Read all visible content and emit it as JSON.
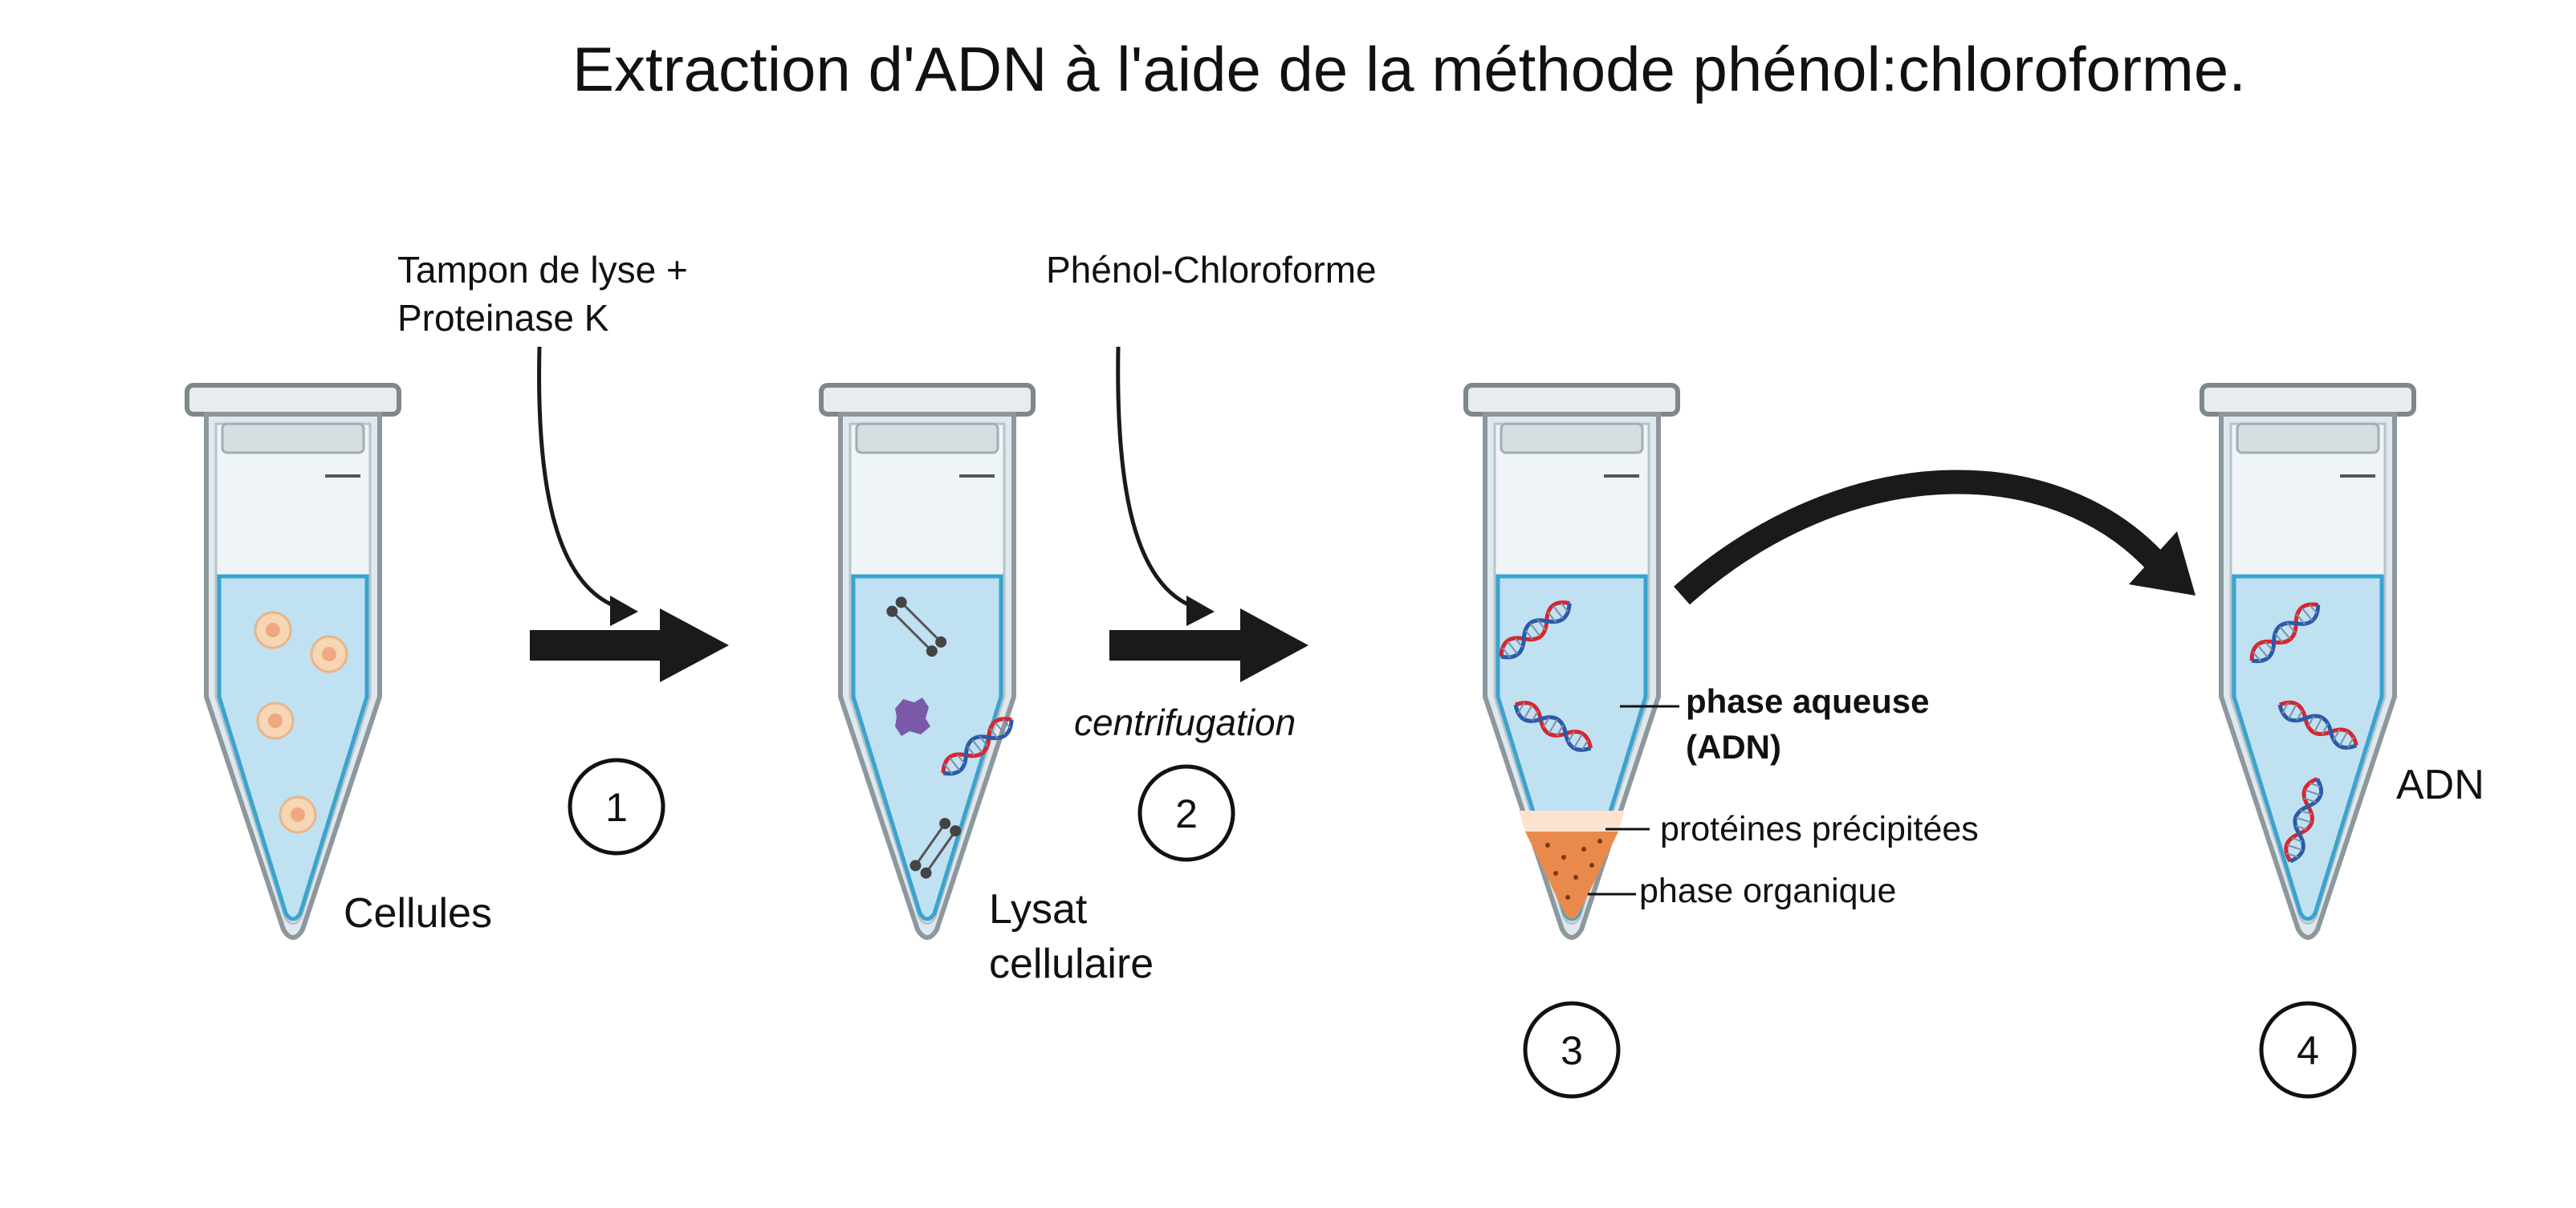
{
  "title": "Extraction d'ADN  à l'aide de la méthode phénol:chloroforme.",
  "steps": [
    {
      "number": "1",
      "reagent_line1": "Tampon de lyse +",
      "reagent_line2": "Proteinase K"
    },
    {
      "number": "2",
      "reagent_line1": "Phénol-Chloroforme",
      "note": "centrifugation"
    },
    {
      "number": "3"
    },
    {
      "number": "4"
    }
  ],
  "tubes": [
    {
      "label_line1": "Cellules",
      "label_line2": ""
    },
    {
      "label_line1": "Lysat",
      "label_line2": "cellulaire"
    },
    {
      "label_aqueous_line1": "phase aqueuse",
      "label_aqueous_line2": "(ADN)",
      "label_proteins": "protéines précipitées",
      "label_organic": "phase organique"
    },
    {
      "label_line1": "ADN"
    }
  ],
  "colors": {
    "liquid": "#bfe1f2",
    "liquid_border": "#3aa3cf",
    "protein_layer": "#fde3cf",
    "organic_layer": "#e98a4c",
    "dna_red": "#d8252f",
    "dna_blue": "#2c5aa8",
    "debris_purple": "#7a5aa8",
    "arrow": "#1a1a1a"
  },
  "icons": [
    "microtube-icon",
    "cell-icon",
    "dna-helix-icon",
    "lipid-membrane-fragment-icon",
    "protein-debris-icon",
    "process-arrow-icon",
    "curved-transfer-arrow-icon"
  ]
}
